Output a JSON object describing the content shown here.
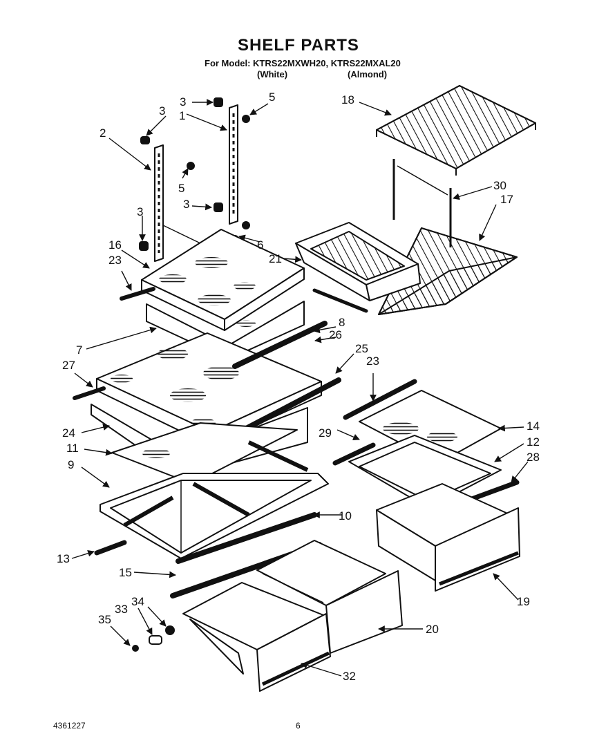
{
  "header": {
    "title": "SHELF PARTS",
    "model_line": "For Model: KTRS22MXWH20, KTRS22MXAL20",
    "color_white": "(White)",
    "color_almond": "(Almond)"
  },
  "footer": {
    "part_number": "4361227",
    "page_number": "6"
  },
  "callouts": {
    "c1": "1",
    "c2": "2",
    "c3a": "3",
    "c3b": "3",
    "c3c": "3",
    "c3d": "3",
    "c5a": "5",
    "c5b": "5",
    "c6": "6",
    "c7": "7",
    "c8": "8",
    "c9": "9",
    "c10": "10",
    "c11": "11",
    "c12": "12",
    "c13": "13",
    "c14": "14",
    "c15": "15",
    "c16": "16",
    "c17": "17",
    "c18": "18",
    "c19": "19",
    "c20": "20",
    "c21": "21",
    "c23a": "23",
    "c23b": "23",
    "c24": "24",
    "c25": "25",
    "c26": "26",
    "c27": "27",
    "c28": "28",
    "c29": "29",
    "c30": "30",
    "c32": "32",
    "c33": "33",
    "c34": "34",
    "c35": "35"
  }
}
